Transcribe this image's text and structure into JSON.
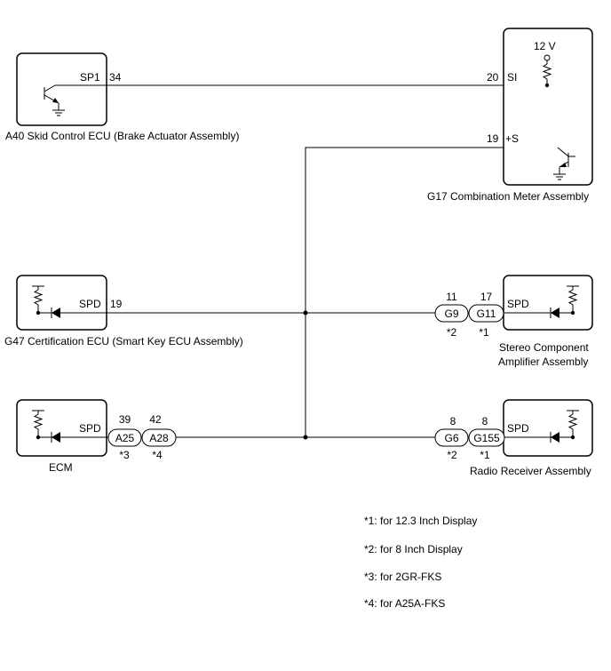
{
  "components": {
    "skid": {
      "pin_name": "SP1",
      "pin_num": "34",
      "label": "A40  Skid Control ECU (Brake Actuator Assembly)"
    },
    "meter": {
      "voltage": "12 V",
      "si_num": "20",
      "si_name": "SI",
      "s_num": "19",
      "s_name": "+S",
      "label": "G17 Combination Meter Assembly"
    },
    "cert": {
      "pin_name": "SPD",
      "pin_num": "19",
      "label": "G47 Certification ECU (Smart Key ECU Assembly)"
    },
    "stereo": {
      "pin_name": "SPD",
      "label_line1": "Stereo Component",
      "label_line2": "Amplifier Assembly"
    },
    "ecm": {
      "pin_name": "SPD",
      "label": "ECM"
    },
    "radio": {
      "pin_name": "SPD",
      "label": "Radio Receiver Assembly"
    }
  },
  "connectors": {
    "g9": {
      "name": "G9",
      "pin": "11",
      "note": "*2"
    },
    "g11": {
      "name": "G11",
      "pin": "17",
      "note": "*1"
    },
    "a25": {
      "name": "A25",
      "pin": "39",
      "note": "*3"
    },
    "a28": {
      "name": "A28",
      "pin": "42",
      "note": "*4"
    },
    "g6": {
      "name": "G6",
      "pin": "8",
      "note": "*2"
    },
    "g155": {
      "name": "G155",
      "pin": "8",
      "note": "*1"
    }
  },
  "notes": [
    "*1: for 12.3 Inch Display",
    "*2: for 8 Inch Display",
    "*3: for 2GR-FKS",
    "*4: for A25A-FKS"
  ]
}
